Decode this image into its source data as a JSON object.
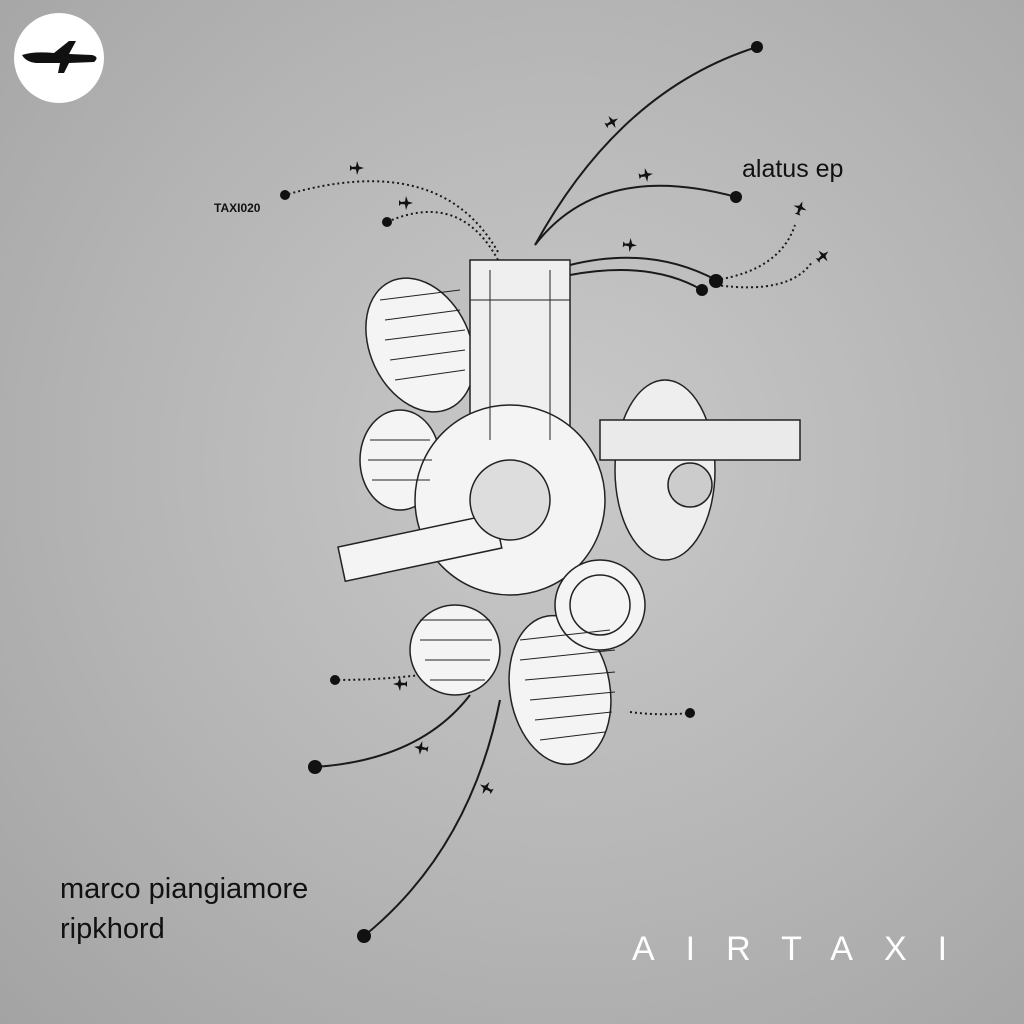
{
  "cover": {
    "catalog_number": "TAXI020",
    "release_title": "alatus ep",
    "artists": [
      "marco piangiamore",
      "ripkhord"
    ],
    "label_name": "AIRTAXI",
    "logo_icon": "airplane-icon",
    "main_illustration": "radial-engine-icon"
  }
}
